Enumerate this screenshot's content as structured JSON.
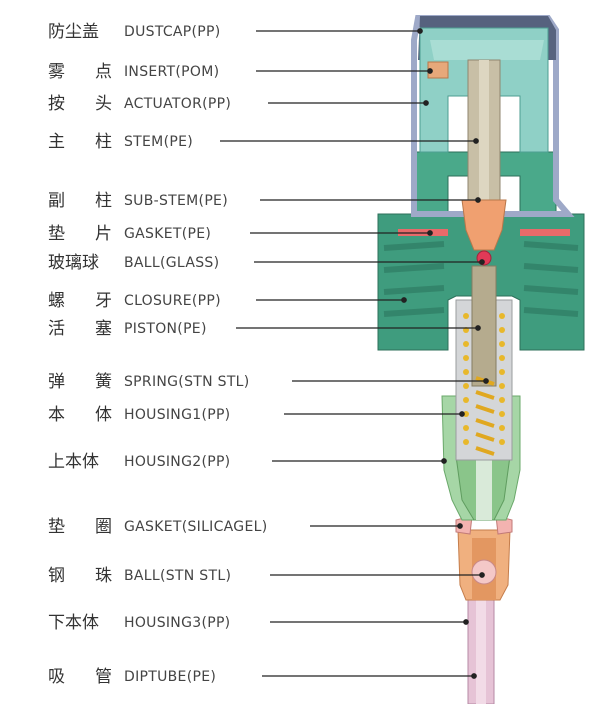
{
  "parts": [
    {
      "cn": "防尘盖",
      "en": "DUSTCAP(PP)"
    },
    {
      "cn": "雾点",
      "en": "INSERT(POM)"
    },
    {
      "cn": "按头",
      "en": "ACTUATOR(PP)"
    },
    {
      "cn": "主柱",
      "en": "STEM(PE)"
    },
    {
      "cn": "副柱",
      "en": "SUB-STEM(PE)"
    },
    {
      "cn": "垫片",
      "en": "GASKET(PE)"
    },
    {
      "cn": "玻璃球",
      "en": "BALL(GLASS)"
    },
    {
      "cn": "螺牙",
      "en": "CLOSURE(PP)"
    },
    {
      "cn": "活塞",
      "en": "PISTON(PE)"
    },
    {
      "cn": "弹簧",
      "en": "SPRING(STN STL)"
    },
    {
      "cn": "本体",
      "en": "HOUSING1(PP)"
    },
    {
      "cn": "上本体",
      "en": "HOUSING2(PP)"
    },
    {
      "cn": "垫圈",
      "en": "GASKET(SILICAGEL)"
    },
    {
      "cn": "钢珠",
      "en": "BALL(STN STL)"
    },
    {
      "cn": "下本体",
      "en": "HOUSING3(PP)"
    },
    {
      "cn": "吸管",
      "en": "DIPTUBE(PE)"
    }
  ],
  "colors": {
    "dustcap": "#c9d3ea",
    "actuator": "#8fd0c6",
    "stem": "#c8bfa6",
    "closure": "#3f9c7e",
    "gasket": "#e86a6a",
    "spring": "#e8b82a",
    "housing1": "#a6d6a6",
    "housing3": "#f0b07f",
    "diptube": "#e6c3d6",
    "leader": "#222222"
  }
}
